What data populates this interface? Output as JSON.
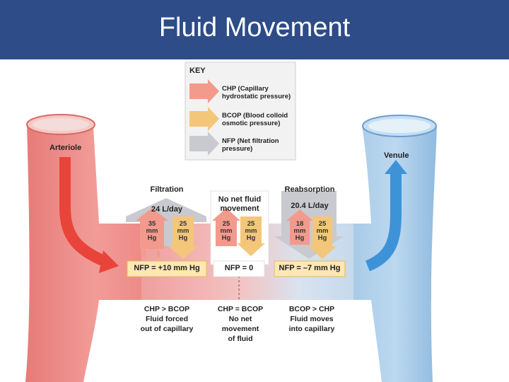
{
  "slide": {
    "title": "Fluid Movement"
  },
  "key": {
    "title": "KEY",
    "items": [
      {
        "line1": "CHP (Capillary",
        "line2": "hydrostatic pressure)",
        "color": "#f29a8c"
      },
      {
        "line1": "BCOP (Blood colloid",
        "line2": "osmotic pressure)",
        "color": "#f4c67a"
      },
      {
        "line1": "NFP (Net filtration",
        "line2": "pressure)",
        "color": "#c8cad0"
      }
    ]
  },
  "vessels": {
    "arteriole": "Arteriole",
    "venule": "Venule"
  },
  "zones": {
    "filtration": {
      "heading": "Filtration",
      "rate": "24 L/day",
      "chp": [
        "35",
        "mm",
        "Hg"
      ],
      "bcop": [
        "25",
        "mm",
        "Hg"
      ],
      "nfp": "NFP = +10 mm Hg",
      "summary": [
        "CHP > BCOP",
        "Fluid forced",
        "out of capillary"
      ]
    },
    "middle": {
      "heading": [
        "No net fluid",
        "movement"
      ],
      "chp": [
        "25",
        "mm",
        "Hg"
      ],
      "bcop": [
        "25",
        "mm",
        "Hg"
      ],
      "nfp": "NFP = 0",
      "summary": [
        "CHP = BCOP",
        "No net",
        "movement",
        "of fluid"
      ]
    },
    "reabsorption": {
      "heading": "Reabsorption",
      "rate": "20.4 L/day",
      "chp": [
        "18",
        "mm",
        "Hg"
      ],
      "bcop": [
        "25",
        "mm",
        "Hg"
      ],
      "nfp": "NFP = –7 mm Hg",
      "summary": [
        "BCOP > CHP",
        "Fluid moves",
        "into capillary"
      ]
    }
  },
  "colors": {
    "arteriole": "#ee8b88",
    "venule": "#a9cbe8",
    "nfp_box": "#fde7b3",
    "arrow_red": "#e8443a",
    "arrow_blue": "#3e93d8"
  }
}
